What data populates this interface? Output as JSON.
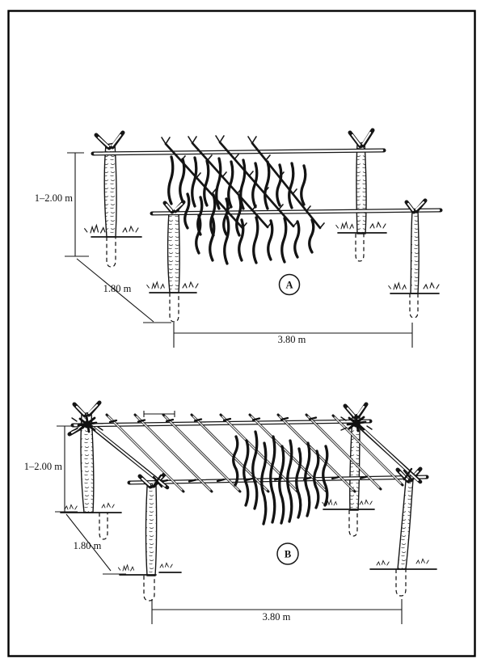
{
  "page": {
    "background": "#ffffff",
    "border_color": "#000000",
    "ink_color": "#161616"
  },
  "panels": {
    "a": {
      "label": "A",
      "dimensions": {
        "height": "1–2.00 m",
        "depth": "1.80 m",
        "width": "3.80 m"
      }
    },
    "b": {
      "label": "B",
      "dimensions": {
        "height": "1–2.00 m",
        "depth": "1.80 m",
        "width": "3.80 m"
      }
    }
  }
}
